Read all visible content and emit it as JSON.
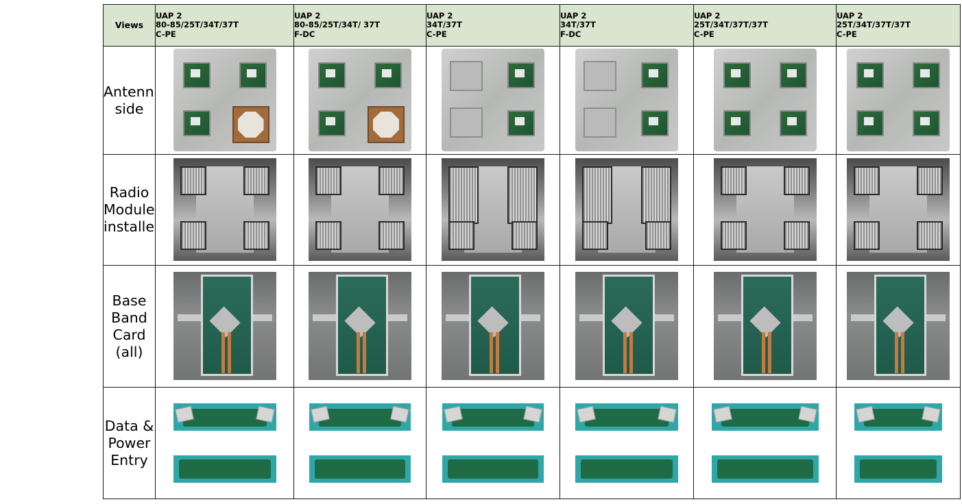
{
  "header": {
    "views_label": "Views",
    "columns": [
      {
        "lines": [
          "UAP 2",
          "80-85/25T/34T/37T",
          "C-PE"
        ]
      },
      {
        "lines": [
          "UAP 2",
          "80-85/25T/34T/ 37T",
          "F-DC"
        ]
      },
      {
        "lines": [
          "UAP 2",
          "34T/37T",
          "C-PE"
        ]
      },
      {
        "lines": [
          "UAP 2",
          "34T/37T",
          "F-DC"
        ]
      },
      {
        "lines": [
          "UAP 2",
          "25T/34T/37T/37T",
          "C-PE"
        ]
      },
      {
        "lines": [
          "UAP 2",
          "25T/34T/37T/37T",
          "C-PE"
        ]
      }
    ]
  },
  "rows": [
    {
      "label": "Antennas\nside"
    },
    {
      "label": "Radio\nModules\ninstalled"
    },
    {
      "label": "Base\nBand\nCard\n(all)"
    },
    {
      "label": "Data &\nPower\nEntry"
    }
  ],
  "colors": {
    "header_bg": "#d9e5cf",
    "border": "#1a1a1a"
  }
}
